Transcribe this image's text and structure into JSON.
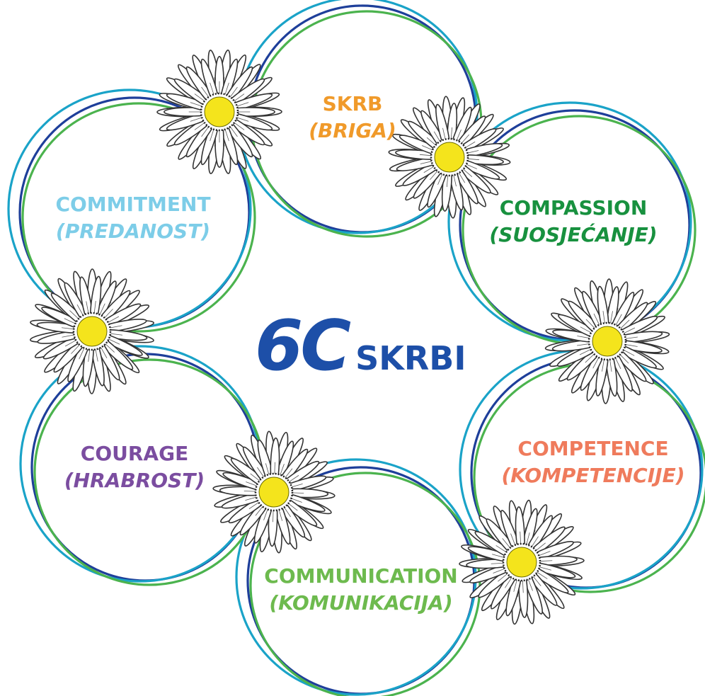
{
  "title": {
    "big": "6C",
    "small": "SKRBI"
  },
  "colors": {
    "ring_dark_blue": "#1e3f9a",
    "ring_cyan": "#1aa3c8",
    "ring_green": "#4bb34e",
    "daisy_center": "#f4e41c",
    "center_text": "#1d4fa8"
  },
  "items": [
    {
      "id": "skrb",
      "label": "SKRB",
      "translation": "(BRIGA)",
      "color": "#f09a2a"
    },
    {
      "id": "compassion",
      "label": "COMPASSION",
      "translation": "(SUOSJEĆANJE)",
      "color": "#18913f"
    },
    {
      "id": "competence",
      "label": "COMPETENCE",
      "translation": "(KOMPETENCIJE)",
      "color": "#ef7b5c"
    },
    {
      "id": "communication",
      "label": "COMMUNICATION",
      "translation": "(KOMUNIKACIJA)",
      "color": "#6dba4e"
    },
    {
      "id": "courage",
      "label": "COURAGE",
      "translation": "(HRABROST)",
      "color": "#7b4da0"
    },
    {
      "id": "commitment",
      "label": "COMMITMENT",
      "translation": "(PREDANOST)",
      "color": "#7dcde8"
    }
  ],
  "daisy_icon": "daisy-flower-icon"
}
